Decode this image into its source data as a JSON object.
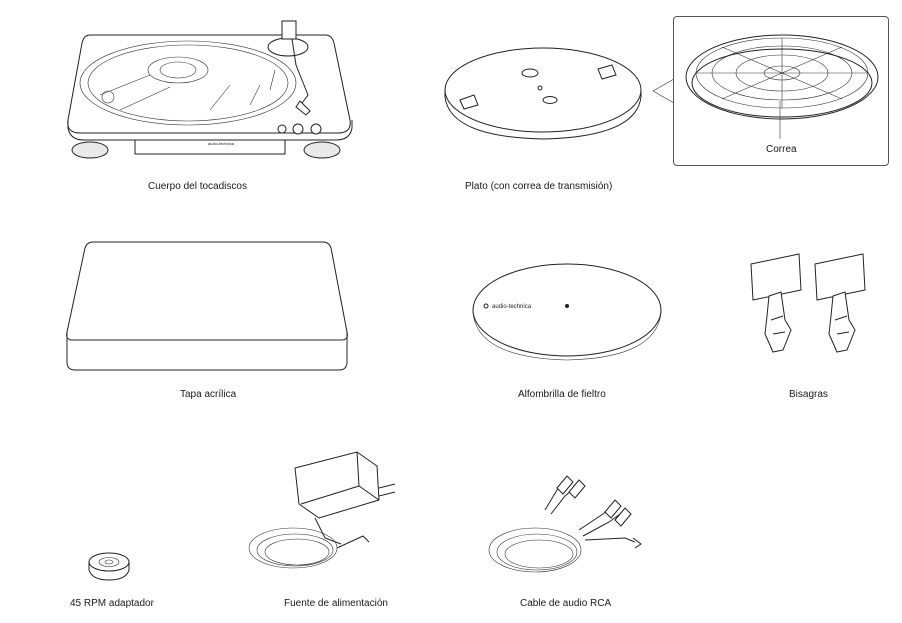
{
  "items": {
    "turntable": {
      "label": "Cuerpo del tocadiscos",
      "brand": "audio-technica"
    },
    "platter": {
      "label": "Plato (con correa de transmisión)"
    },
    "belt": {
      "label": "Correa"
    },
    "dust_cover": {
      "label": "Tapa acrílica"
    },
    "felt_mat": {
      "label": "Alfombrilla de fieltro",
      "brand": "audio-technica"
    },
    "hinges": {
      "label": "Bisagras"
    },
    "adapter": {
      "label": "45 RPM adaptador"
    },
    "power_supply": {
      "label": "Fuente de alimentación"
    },
    "rca_cable": {
      "label": "Cable de audio RCA"
    }
  },
  "colors": {
    "line": "#222222",
    "background": "#ffffff",
    "shade": "#e9e9e9"
  }
}
